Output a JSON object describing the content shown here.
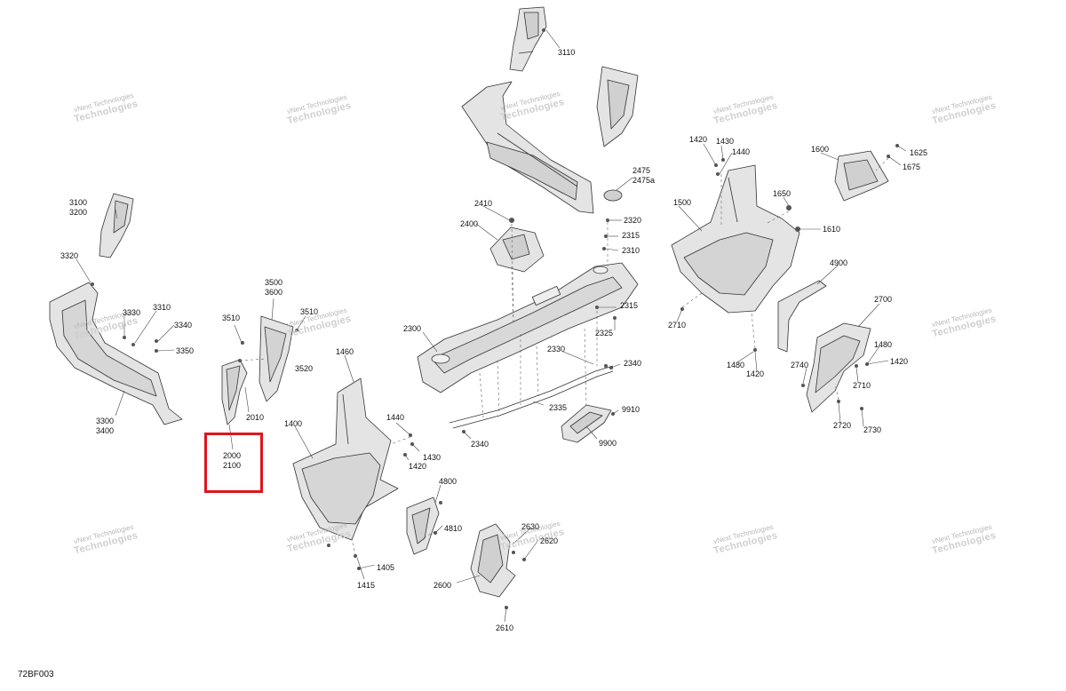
{
  "diagram": {
    "figure_code": "72BF003",
    "highlight_color": "#e0141c",
    "watermark": {
      "line1": "vNext Technologies",
      "line2": "Technologies"
    },
    "callouts": {
      "c3110": "3110",
      "c3100_3200": [
        "3100",
        "3200"
      ],
      "c3320": "3320",
      "c3330": "3330",
      "c3310": "3310",
      "c3340": "3340",
      "c3350": "3350",
      "c3300_3400": [
        "3300",
        "3400"
      ],
      "c3500_3600": [
        "3500",
        "3600"
      ],
      "c3510a": "3510",
      "c3510b": "3510",
      "c3520": "3520",
      "c2010": "2010",
      "c2000_2100": [
        "2000",
        "2100"
      ],
      "c1460": "1460",
      "c1400": "1400",
      "c1440a": "1440",
      "c1430a": "1430",
      "c1420a": "1420",
      "c4800": "4800",
      "c4810": "4810",
      "c1405": "1405",
      "c1415": "1415",
      "c2630": "2630",
      "c2620": "2620",
      "c2600": "2600",
      "c2610": "2610",
      "c2410": "2410",
      "c2400": "2400",
      "c2475": "2475",
      "c2475a": "2475a",
      "c2320": "2320",
      "c2315a": "2315",
      "c2310": "2310",
      "c2315b": "2315",
      "c2325": "2325",
      "c2300": "2300",
      "c2330": "2330",
      "c2340a": "2340",
      "c2340b": "2340",
      "c2335": "2335",
      "c9910": "9910",
      "c9900": "9900",
      "c1420b": "1420",
      "c1430b": "1430",
      "c1440b": "1440",
      "c1500": "1500",
      "c1650": "1650",
      "c1610": "1610",
      "c1600": "1600",
      "c1625": "1625",
      "c1675": "1675",
      "c4900": "4900",
      "c2700": "2700",
      "c2710a": "2710",
      "c1480a": "1480",
      "c1420c": "1420",
      "c2740": "2740",
      "c1480b": "1480",
      "c1420d": "1420",
      "c2710b": "2710",
      "c2720": "2720",
      "c2730": "2730"
    }
  }
}
